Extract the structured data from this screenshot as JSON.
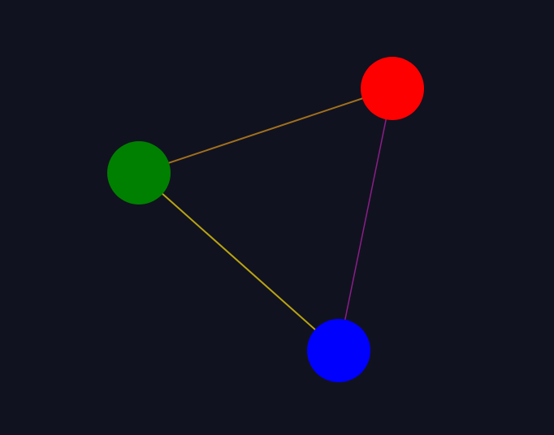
{
  "background_color": "#11121f",
  "nodes": [
    {
      "id": "red",
      "color": "#ff0000"
    },
    {
      "id": "green",
      "color": "#008000"
    },
    {
      "id": "blue",
      "color": "#0000ff"
    }
  ],
  "edges": [
    {
      "from": "green",
      "to": "red",
      "color": "#a0701e"
    },
    {
      "from": "green",
      "to": "blue",
      "color": "#b8a412"
    },
    {
      "from": "red",
      "to": "blue",
      "color": "#8a1e8a"
    }
  ]
}
